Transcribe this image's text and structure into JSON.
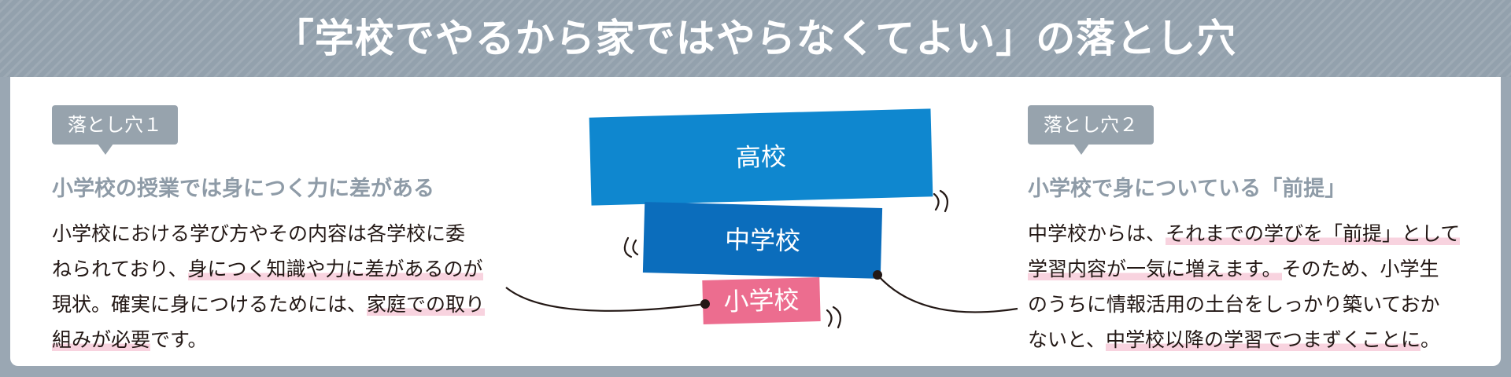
{
  "title": "「学校でやるから家ではやらなくてよい」の落とし穴",
  "left": {
    "tag": "落とし穴１",
    "heading": "小学校の授業では身につく力に差がある",
    "lines": [
      [
        {
          "t": "小学校における学び方やその内容は各学校に委",
          "hl": false
        }
      ],
      [
        {
          "t": "ねられており、",
          "hl": false
        },
        {
          "t": "身につく知識や力に差があるのが",
          "hl": true
        }
      ],
      [
        {
          "t": "現状。確実に身につけるためには、",
          "hl": false
        },
        {
          "t": "家庭での取り",
          "hl": true
        }
      ],
      [
        {
          "t": "組みが必要",
          "hl": true
        },
        {
          "t": "です。",
          "hl": false
        }
      ]
    ]
  },
  "right": {
    "tag": "落とし穴２",
    "heading": "小学校で身についている「前提」",
    "lines": [
      [
        {
          "t": "中学校からは、",
          "hl": false
        },
        {
          "t": "それまでの学びを「前提」として",
          "hl": true
        }
      ],
      [
        {
          "t": "学習内容が一気に増えます。",
          "hl": true
        },
        {
          "t": "そのため、小学生",
          "hl": false
        }
      ],
      [
        {
          "t": "のうちに情報活用の土台をしっかり築いておか",
          "hl": false
        }
      ],
      [
        {
          "t": "ないと、",
          "hl": false
        },
        {
          "t": "中学校以降の学習でつまずくことに",
          "hl": true
        },
        {
          "t": "。",
          "hl": false
        }
      ]
    ]
  },
  "blocks": {
    "high": "高校",
    "middle": "中学校",
    "elementary": "小学校"
  },
  "colors": {
    "high": "#0f87cf",
    "middle": "#0b6dbc",
    "elementary": "#ec6d8f",
    "highlight": "#f8d3df"
  }
}
